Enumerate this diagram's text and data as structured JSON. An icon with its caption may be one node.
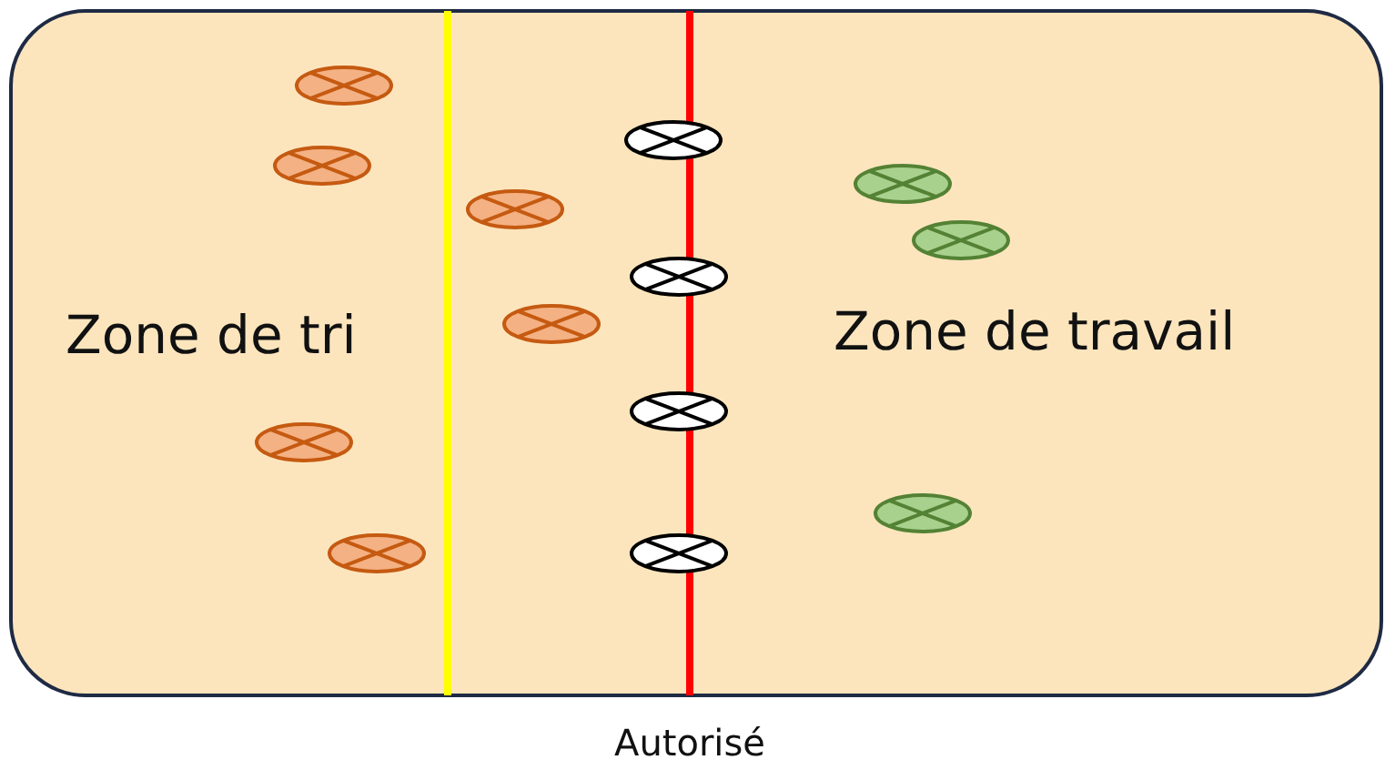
{
  "diagram": {
    "nodes": [
      {
        "text": [
          "Zone de tri",
          "Zone de travail"
        ]
      }
    ],
    "labels": [
      "Autorisé"
    ]
  }
}
